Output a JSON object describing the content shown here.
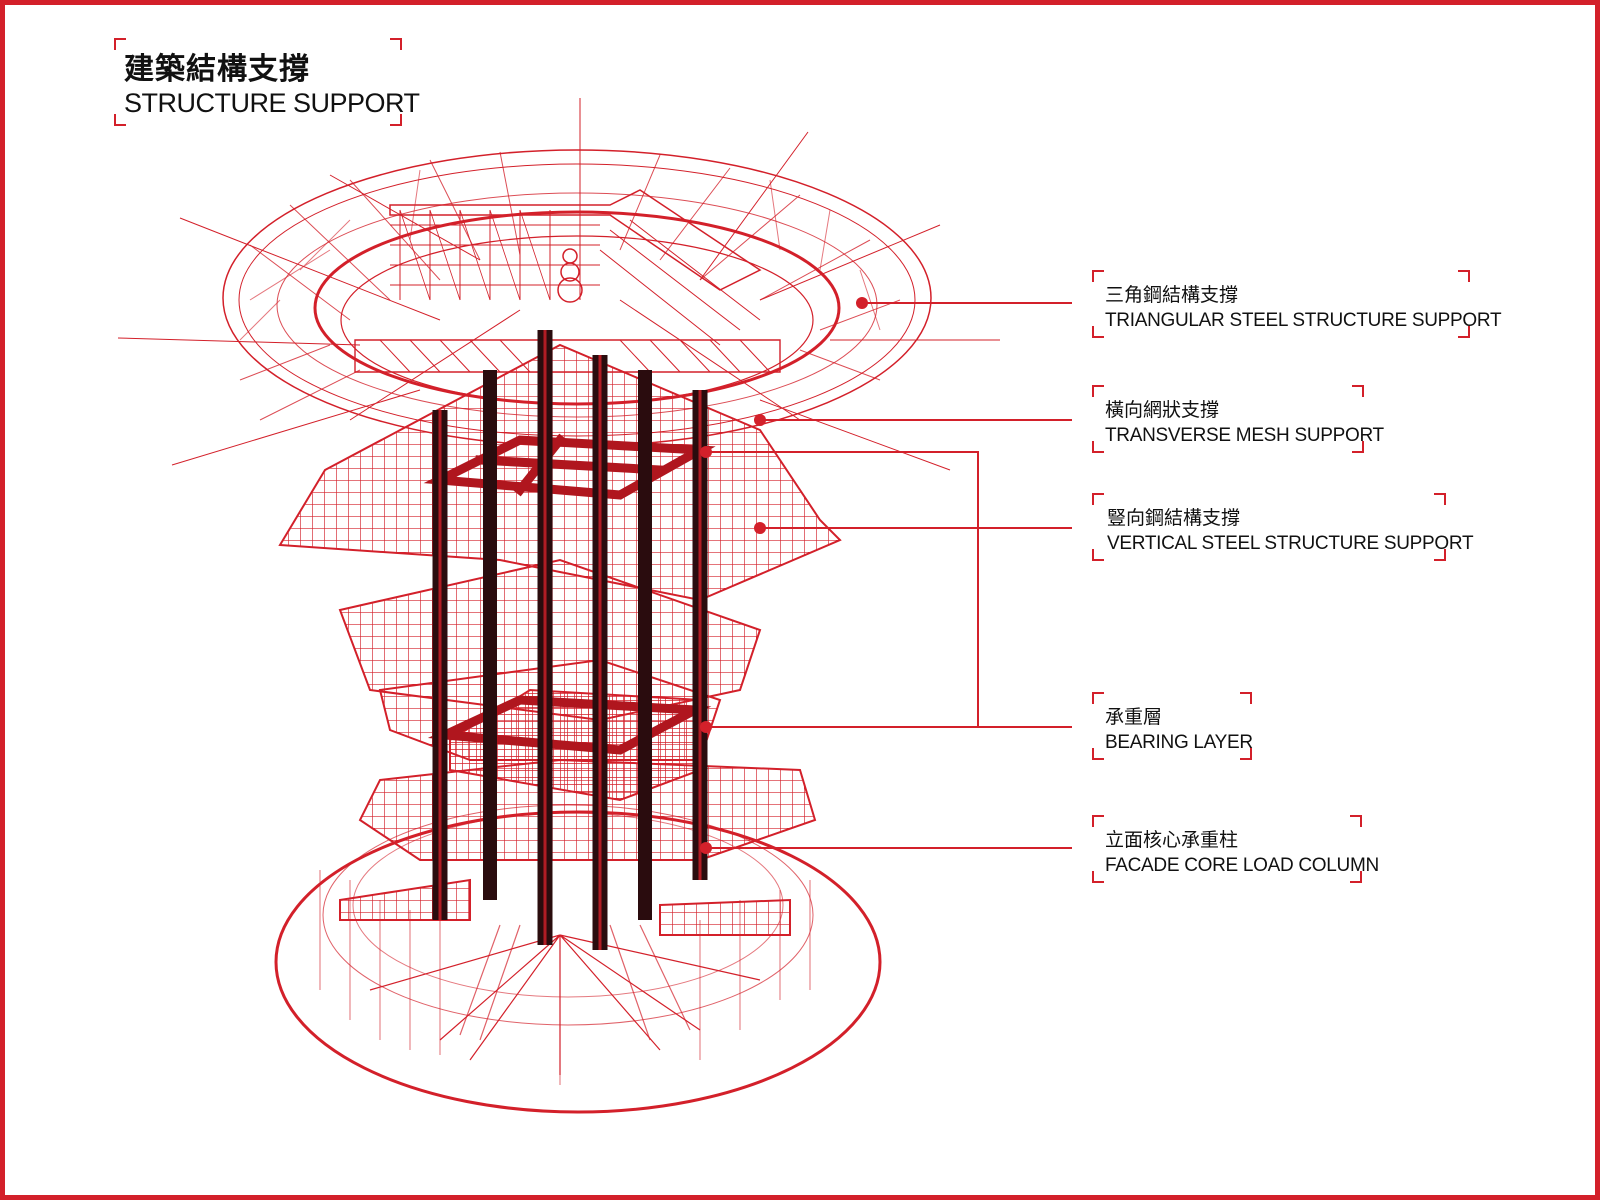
{
  "title": {
    "zh": "建築結構支撐",
    "en": "STRUCTURE SUPPORT"
  },
  "labels": [
    {
      "id": "triangular",
      "zh": "三角鋼結構支撐",
      "en": "TRIANGULAR STEEL STRUCTURE SUPPORT"
    },
    {
      "id": "mesh",
      "zh": "橫向網狀支撐",
      "en": "TRANSVERSE MESH SUPPORT"
    },
    {
      "id": "vertical",
      "zh": "豎向鋼結構支撐",
      "en": "VERTICAL STEEL STRUCTURE SUPPORT"
    },
    {
      "id": "bearing",
      "zh": "承重層",
      "en": "BEARING LAYER"
    },
    {
      "id": "column",
      "zh": "立面核心承重柱",
      "en": "FACADE CORE LOAD COLUMN"
    }
  ],
  "colors": {
    "accent": "#d3202a",
    "column": "#2a0c0e",
    "text": "#111111"
  }
}
